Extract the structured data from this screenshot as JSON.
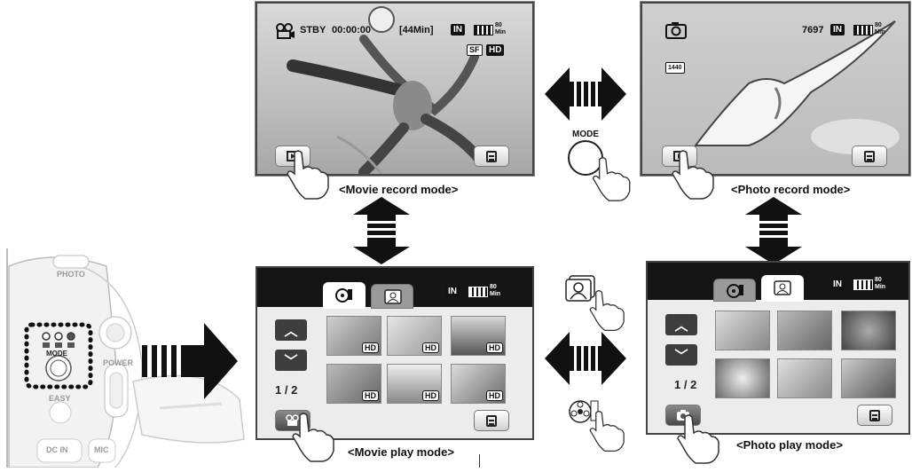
{
  "captions": {
    "movie_record": "<Movie record mode>",
    "photo_record": "<Photo record mode>",
    "movie_play": "<Movie play mode>",
    "photo_play": "<Photo play mode>"
  },
  "mode_switch": {
    "label": "MODE"
  },
  "movie_record": {
    "status": "STBY",
    "timecode": "00:00:00",
    "remaining": "[44Min]",
    "storage": "IN",
    "battery_min_value": "80",
    "battery_min_unit": "Min",
    "quality": "SF",
    "resolution": "HD"
  },
  "photo_record": {
    "shots_remaining": "7697",
    "storage": "IN",
    "battery_min_value": "80",
    "battery_min_unit": "Min",
    "image_size": "1440"
  },
  "movie_play": {
    "storage": "IN",
    "battery_min_value": "80",
    "battery_min_unit": "Min",
    "page": "1 / 2",
    "hd_badge": "HD",
    "up_glyph": "︿",
    "down_glyph": "﹀"
  },
  "photo_play": {
    "storage": "IN",
    "battery_min_value": "80",
    "battery_min_unit": "Min",
    "page": "1 / 2",
    "up_glyph": "︿",
    "down_glyph": "﹀"
  },
  "camcorder": {
    "photo_label": "PHOTO",
    "mode_label": "MODE",
    "power_label": "POWER",
    "easy_label": "EASY",
    "dcin_label": "DC IN",
    "mic_label": "MIC"
  },
  "colors": {
    "screen_bar": "#151515",
    "arrow": "#111111",
    "highlight_dots": "#111111"
  }
}
